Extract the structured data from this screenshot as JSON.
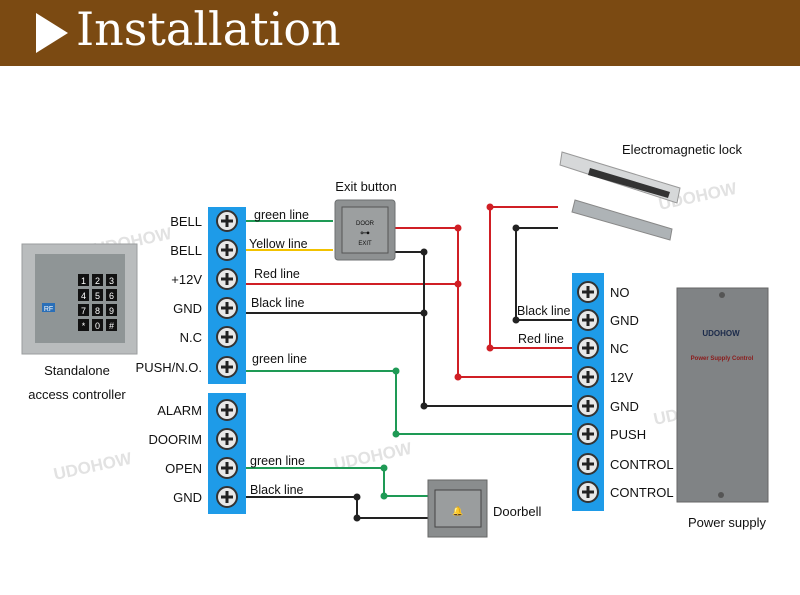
{
  "header": {
    "title": "Installation"
  },
  "watermark": "UDOHOW",
  "controller": {
    "label1": "Standalone",
    "label2": "access controller",
    "keys": [
      "1",
      "2",
      "3",
      "4",
      "5",
      "6",
      "7",
      "8",
      "9",
      "*",
      "0",
      "#"
    ],
    "rf": "RF"
  },
  "block1": [
    "BELL",
    "BELL",
    "+12V",
    "GND",
    "N.C",
    "PUSH/N.O."
  ],
  "block2": [
    "ALARM",
    "DOORIM",
    "OPEN",
    "GND"
  ],
  "block3": [
    "NO",
    "GND",
    "NC",
    "12V",
    "GND",
    "PUSH",
    "CONTROL",
    "CONTROL"
  ],
  "wires": {
    "w1": "green line",
    "w2": "Yellow line",
    "w3": "Red line",
    "w4": "Black line",
    "w5": "green line",
    "w6": "green line",
    "w7": "Black line",
    "w8": "Black line",
    "w9": "Red line"
  },
  "exit_button": {
    "label": "Exit button",
    "door": "DOOR",
    "exit": "EXIT"
  },
  "lock": {
    "label": "Electromagnetic lock"
  },
  "doorbell": {
    "label": "Doorbell"
  },
  "power": {
    "label": "Power supply",
    "brand": "UDOHOW",
    "subtitle": "Power Supply Control"
  },
  "colors": {
    "header": "#7b4a12",
    "terminal": "#1e9be8",
    "green": "#1e9a55",
    "red": "#d01f25",
    "black": "#222222",
    "yellow": "#f2c200"
  }
}
